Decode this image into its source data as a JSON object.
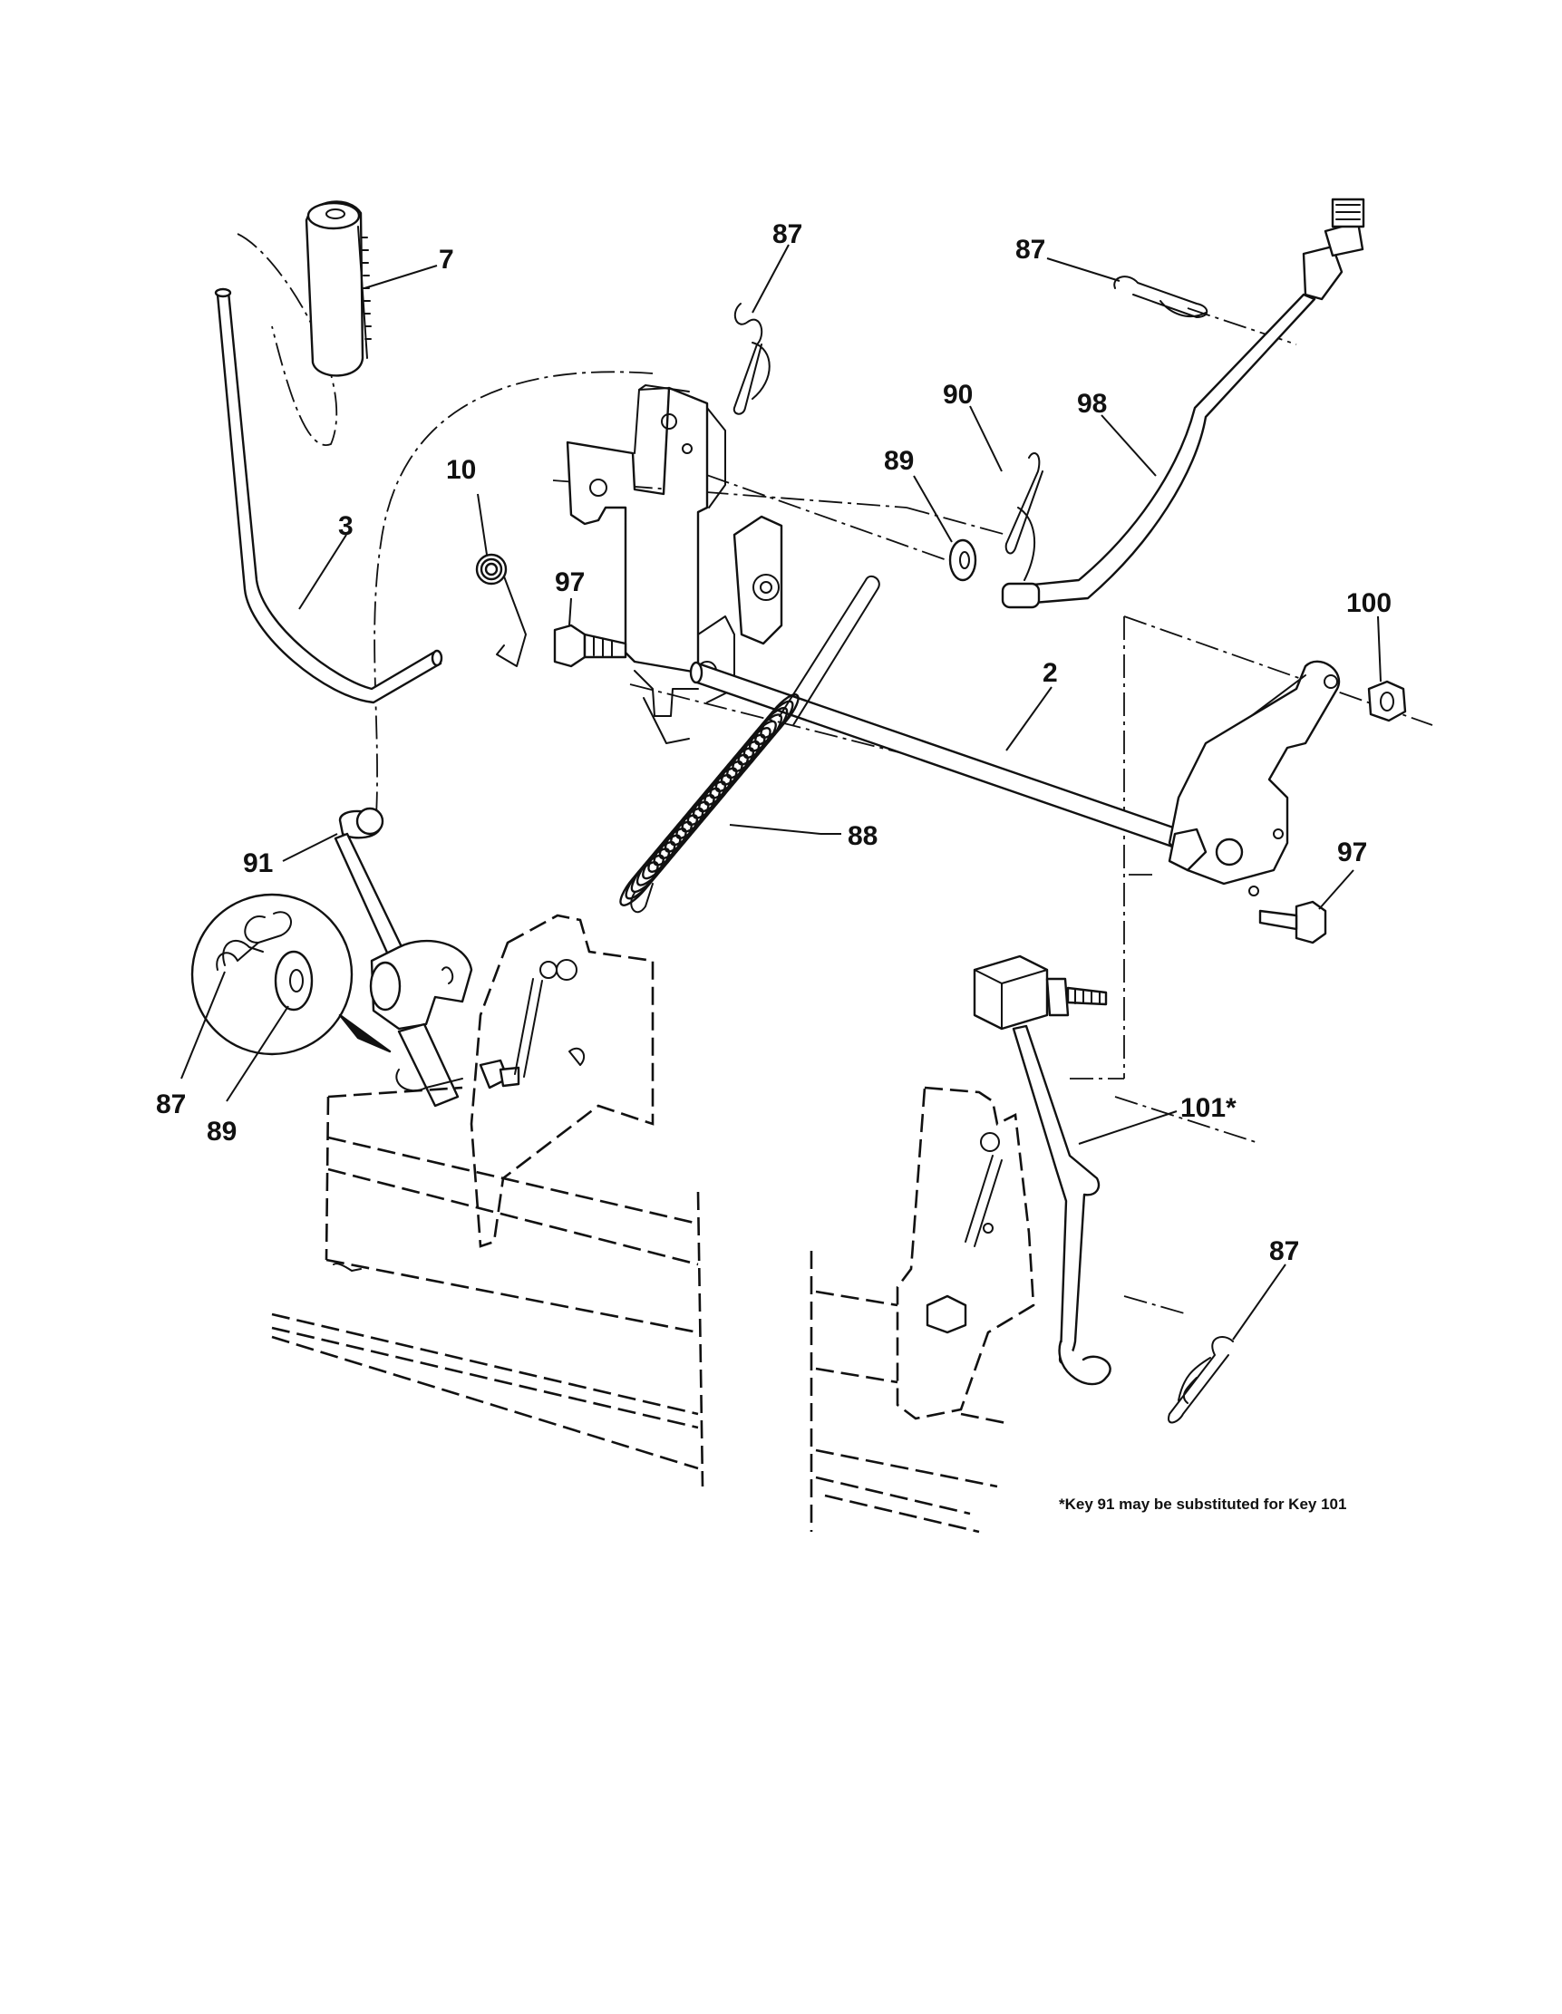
{
  "diagram": {
    "callouts": {
      "c7": "7",
      "c87_top": "87",
      "c87_right": "87",
      "c90": "90",
      "c98": "98",
      "c89": "89",
      "c10": "10",
      "c3": "3",
      "c97_left": "97",
      "c100": "100",
      "c2": "2",
      "c88": "88",
      "c91": "91",
      "c97_right": "97",
      "c87_detail": "87",
      "c89_detail": "89",
      "c101": "101*",
      "c87_bottom": "87"
    },
    "footnote": "*Key 91 may be substituted for Key 101"
  }
}
